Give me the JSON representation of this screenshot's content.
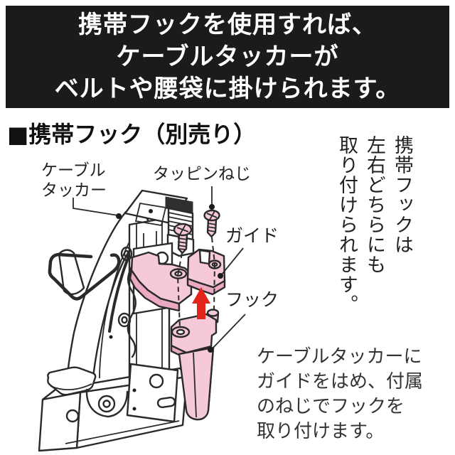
{
  "banner": {
    "text": "携帯フックを使用すれば、\nケーブルタッカーが\nベルトや腰袋に掛けられます。",
    "bg_color": "#1b1b1b",
    "text_color": "#ffffff"
  },
  "section": {
    "title": "■携帯フック（別売り）"
  },
  "diagram": {
    "labels": {
      "cable_tacker": "ケーブル\nタッカー",
      "tapping_screw": "タッピンねじ",
      "guide": "ガイド",
      "hook": "フック"
    },
    "colors": {
      "part_pink": "#f6c9d8",
      "part_pink_shade": "#eca9c4",
      "arrow_red": "#e3241b",
      "outline": "#2a2a2a"
    }
  },
  "side_note": "携帯フックは\n左右どちらにも\n取り付けられます。",
  "bottom_note": "ケーブルタッカーに\nガイドをはめ、付属\nのねじでフックを\n取り付けます。"
}
